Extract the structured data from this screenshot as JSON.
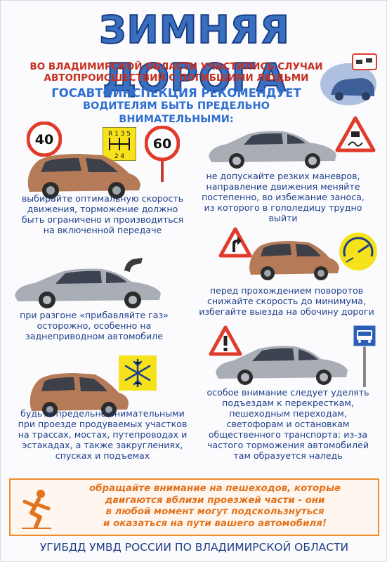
{
  "title": "ЗИМНЯЯ ДОРОГА",
  "warning": [
    "ВО ВЛАДИМИРСКОЙ ОБЛАСТИ УЧАСТИЛИСЬ СЛУЧАИ",
    "АВТОПРОИСШЕСТВИЙ С ПОГИБШИМИ ЛЮДЬМИ"
  ],
  "recommendation": [
    "ГОСАВТОИНСПЕКЦИЯ РЕКОМЕНДУЕТ",
    "ВОДИТЕЛЯМ БЫТЬ ПРЕДЕЛЬНО ВНИМАТЕЛЬНЫМИ:"
  ],
  "signs": {
    "speed_left": "40",
    "speed_right": "60",
    "gear_top": "R 1 3 5",
    "gear_bottom": "2 4"
  },
  "tips": {
    "speed": [
      "выбирайте оптимальную скорость",
      "движения, торможение должно",
      "быть ограничено и производиться",
      "на включенной передаче"
    ],
    "maneuvers": [
      "не допускайте резких маневров,",
      "направление движения меняйте",
      "постепенно, во избежание заноса,",
      "из которого в гололедицу трудно",
      "выйти"
    ],
    "turns": [
      "перед прохождением поворотов",
      "снижайте скорость до минимума,",
      "избегайте выезда на обочину дороги"
    ],
    "gas": [
      "при разгоне «прибавляйте газ»",
      "осторожно, особенно на",
      "заднеприводном автомобиле"
    ],
    "bridges": [
      "будьте предельно внимательными",
      "при проезде продуваемых участков",
      "на трассах, мостах, путепроводах и",
      "эстакадах, а также закруглениях,",
      "спусках и подъемах"
    ],
    "crossings": [
      "особое внимание следует уделять",
      "подъездам к перекресткам,",
      "пешеходным переходам,",
      "светофорам и остановкам",
      "общественного транспорта: из-за",
      "частого торможения автомобилей",
      "там образуется наледь"
    ]
  },
  "pedestrians": [
    "обращайте внимание на пешеходов, которые",
    "двигаются вблизи проезжей части - они",
    "в любой момент могут подскользнуться",
    "и оказаться на пути вашего автомобиля!"
  ],
  "footer": "УГИБДД УМВД РОССИИ ПО ВЛАДИМИРСКОЙ ОБЛАСТИ",
  "colors": {
    "title": "#3a6fc0",
    "warning": "#c72f1f",
    "recommendation": "#2f6fd0",
    "tips": "#1d3f8a",
    "pedestrians": "#e2731f",
    "sign_red": "#e13b2b",
    "sign_yellow": "#f5e21a",
    "car_copper": "#b57a57",
    "car_silver": "#a9aeb6"
  }
}
